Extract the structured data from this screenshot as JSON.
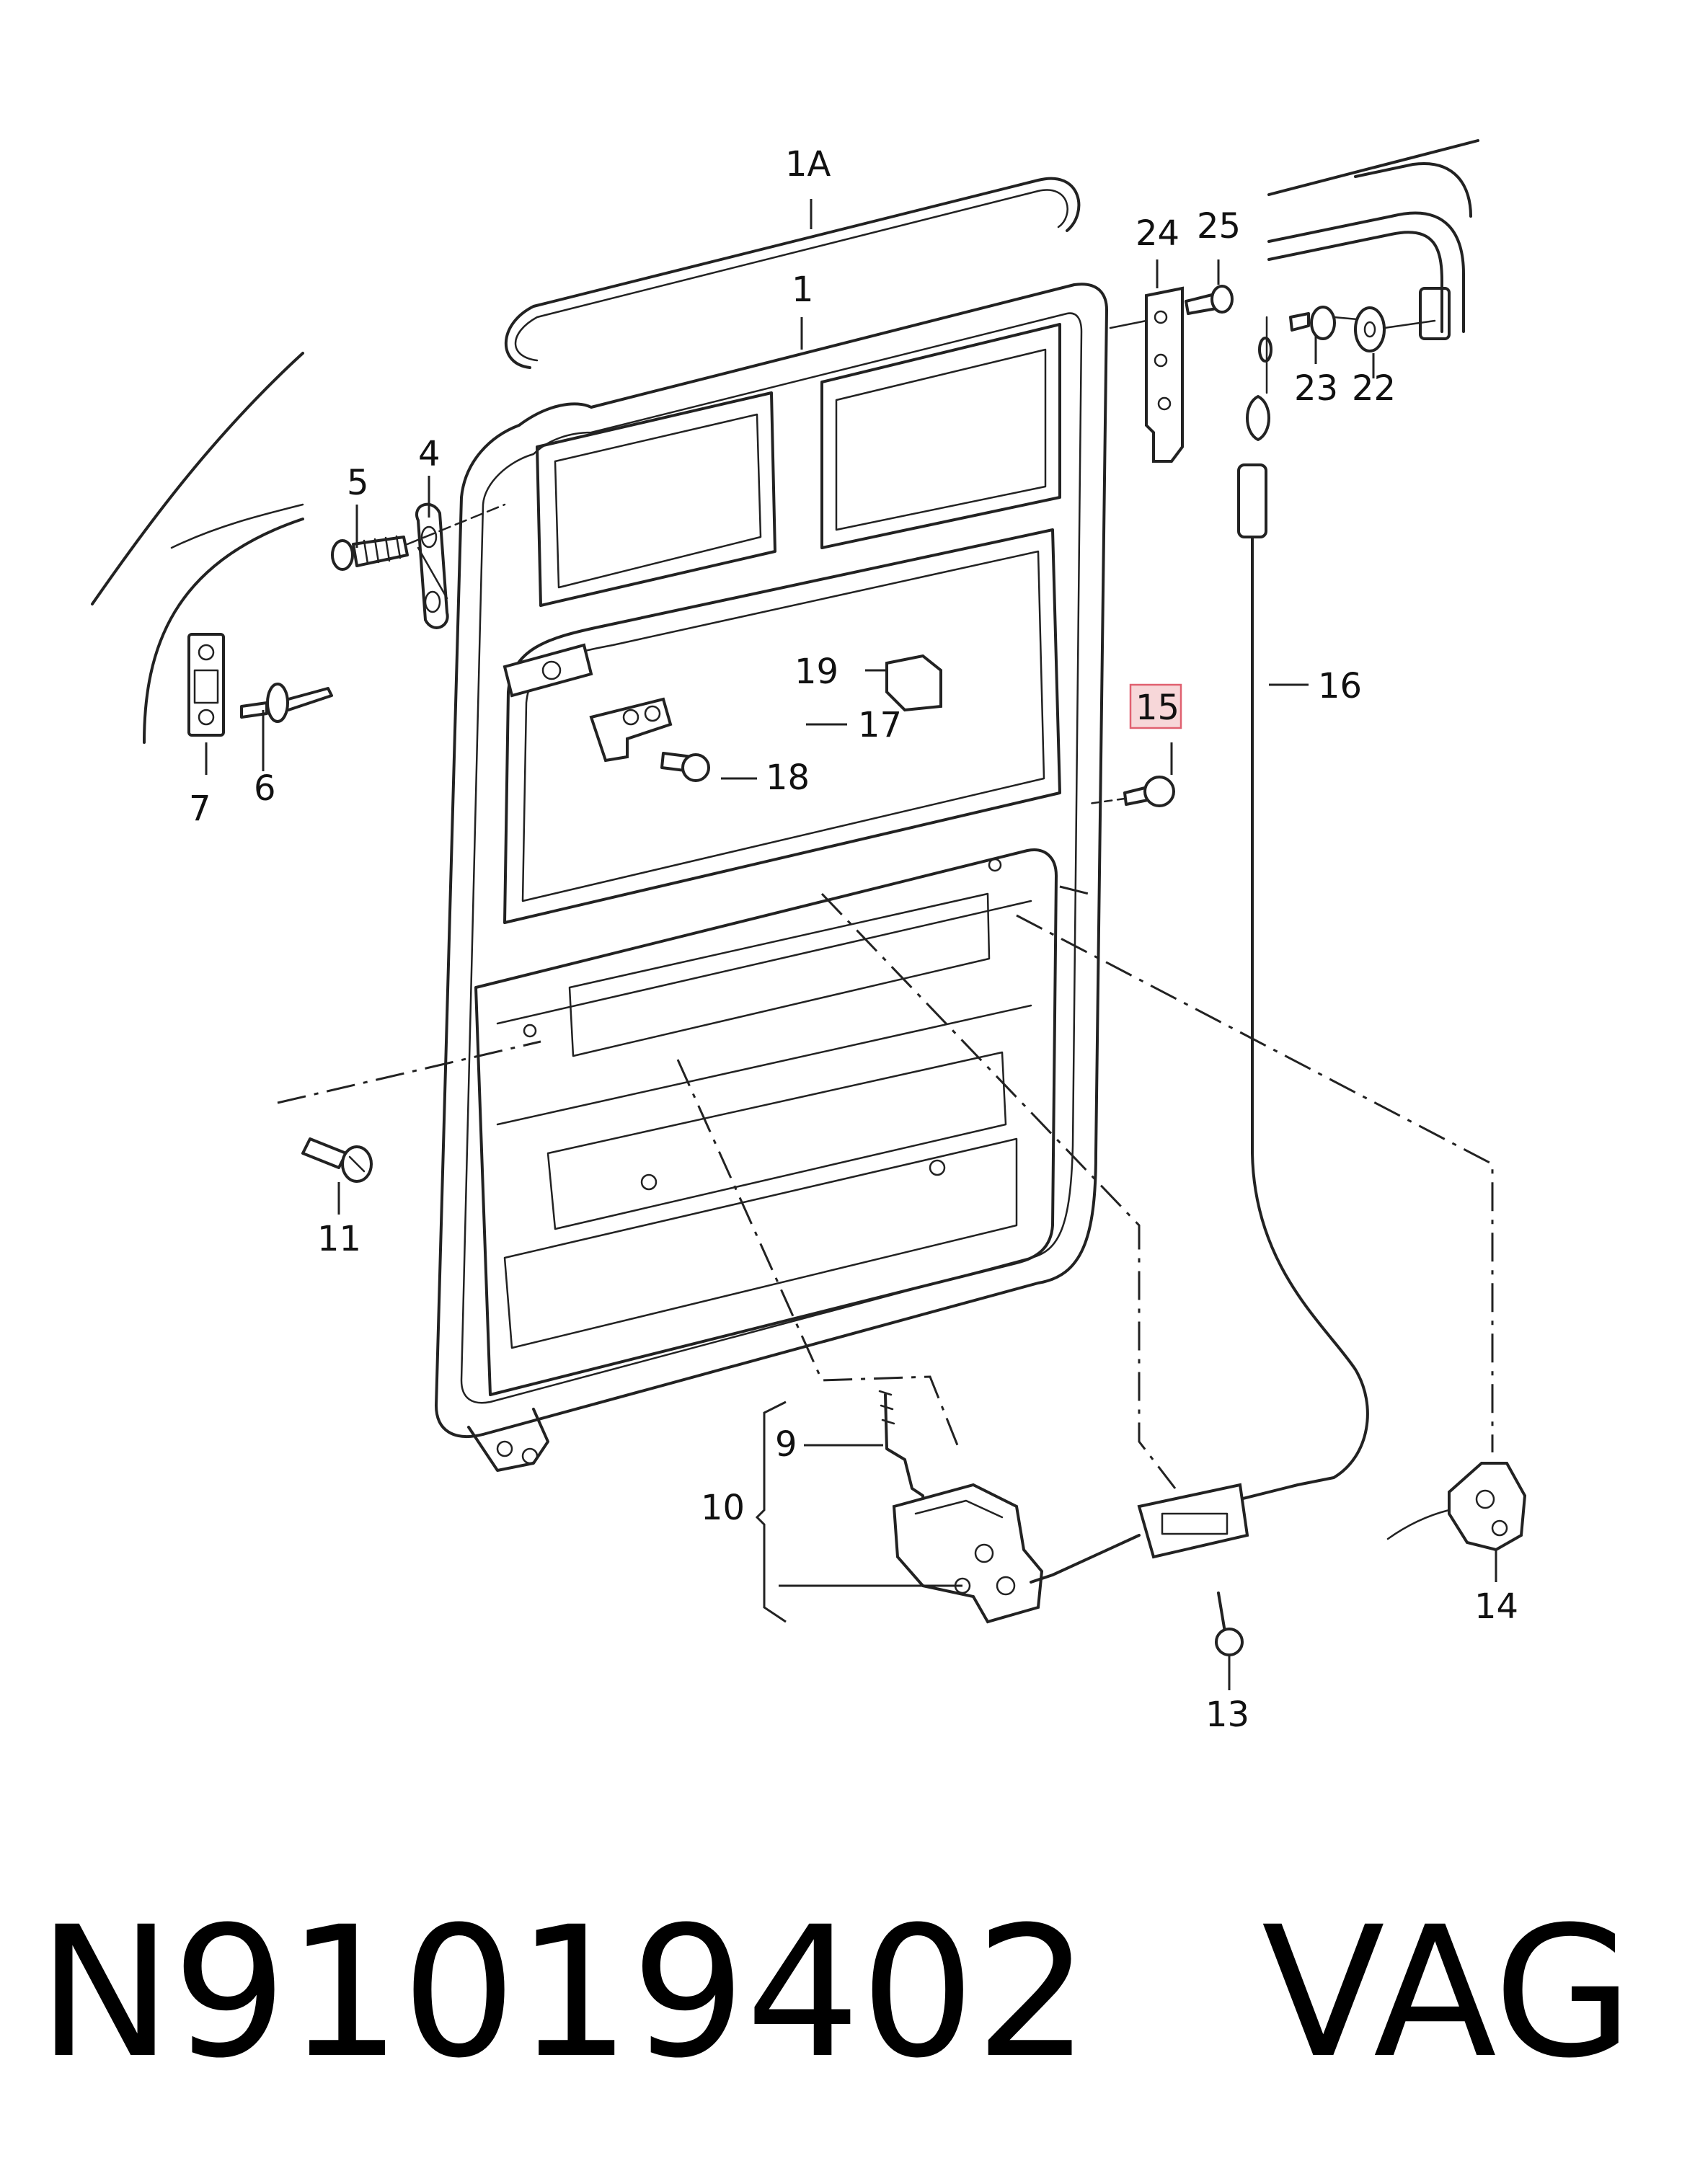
{
  "diagram": {
    "callouts": {
      "p1A": "1A",
      "p1": "1",
      "p4": "4",
      "p5": "5",
      "p6": "6",
      "p7": "7",
      "p9": "9",
      "p10": "10",
      "p11": "11",
      "p13": "13",
      "p14": "14",
      "p15": "15",
      "p16": "16",
      "p17": "17",
      "p18": "18",
      "p19": "19",
      "p22": "22",
      "p23": "23",
      "p24": "24",
      "p25": "25"
    },
    "highlighted_callout": "15",
    "highlight_color": "#f7d7d9"
  },
  "caption": {
    "text": "N91019402   VAG"
  }
}
